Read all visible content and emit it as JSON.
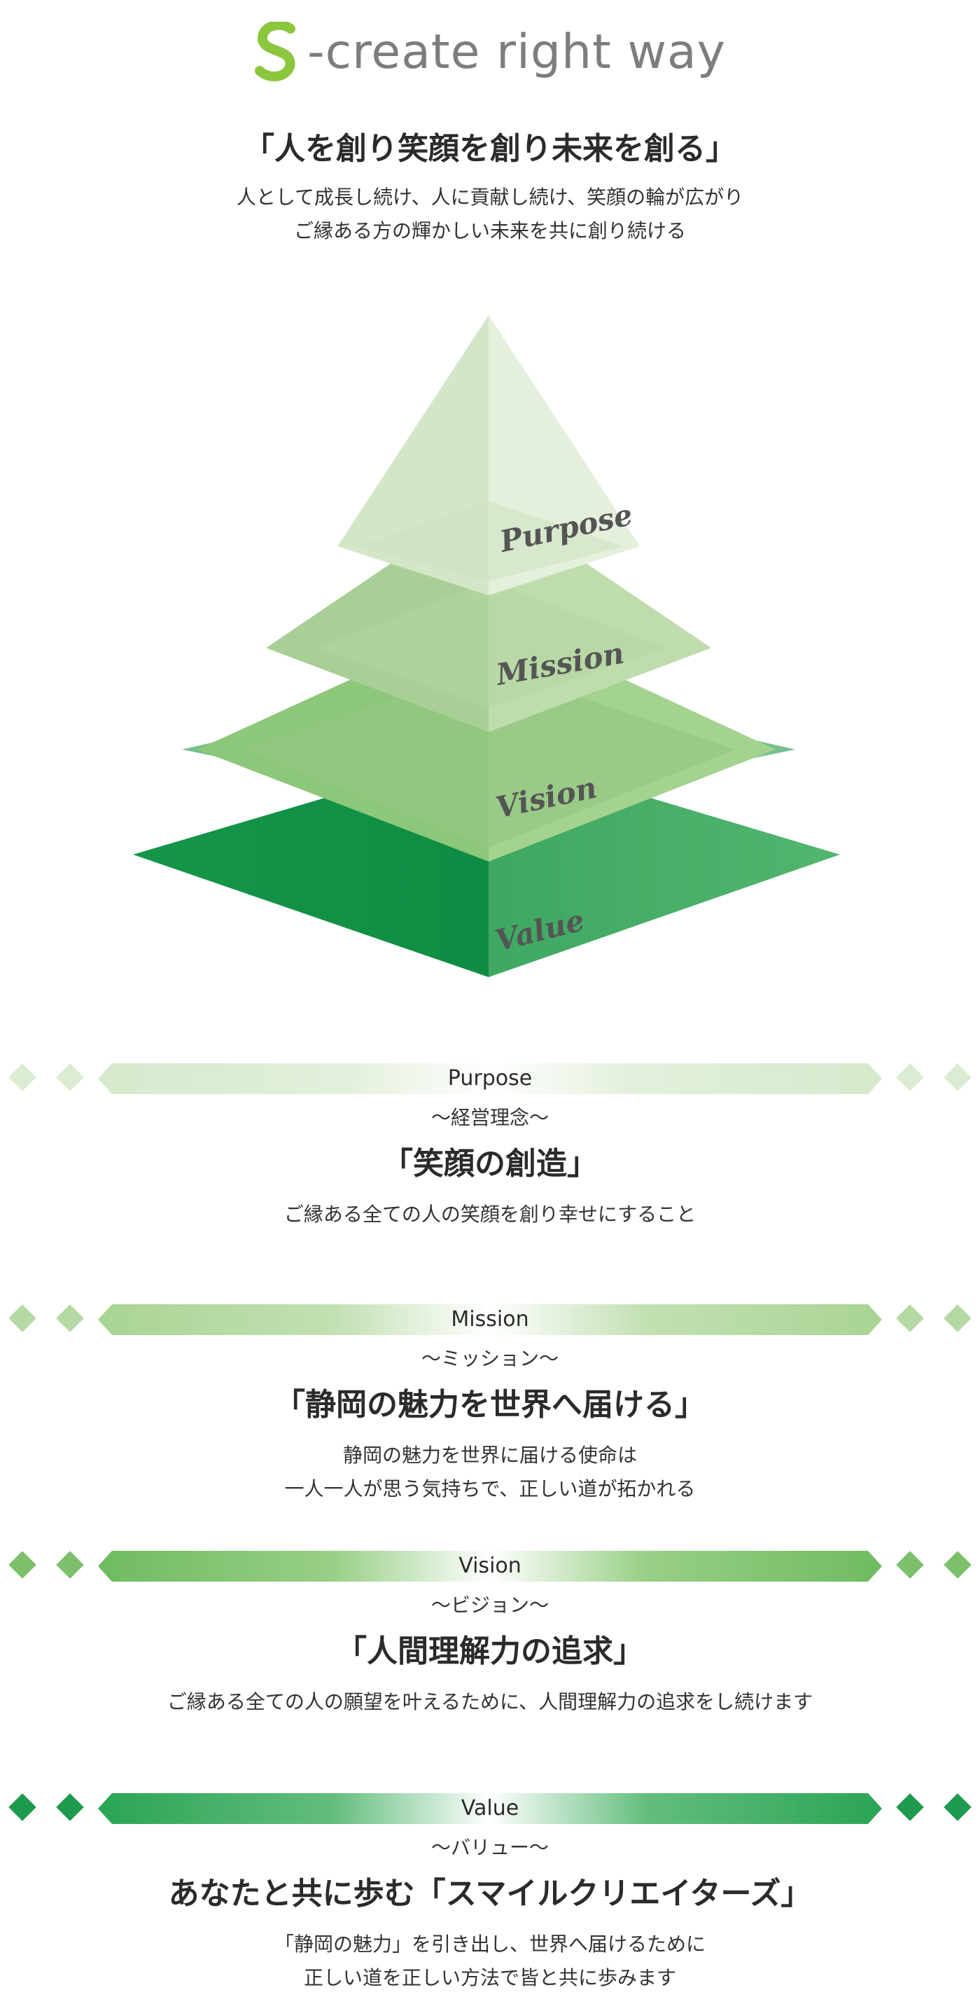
{
  "logo": {
    "text": "-create right way"
  },
  "header": {
    "title": "「人を創り笑顔を創り未来を創る」",
    "lines": [
      "人として成長し続け、人に貢献し続け、笑顔の輪が広がり",
      "ご縁ある方の輝かしい未来を共に創り続ける"
    ]
  },
  "pyramid": {
    "labels": [
      "Purpose",
      "Mission",
      "Vision",
      "Value"
    ]
  },
  "colors": {
    "purpose": "#cfe6c4",
    "mission": "#a9d493",
    "vision": "#7cc06b",
    "value": "#1e9a4e",
    "text": "#2b2b2b"
  },
  "sections": [
    {
      "band_label": "Purpose",
      "sub": "〜経営理念〜",
      "heading": "「笑顔の創造」",
      "lines": [
        "ご縁ある全ての人の笑顔を創り幸せにすること"
      ]
    },
    {
      "band_label": "Mission",
      "sub": "〜ミッション〜",
      "heading": "「静岡の魅力を世界へ届ける」",
      "lines": [
        "静岡の魅力を世界に届ける使命は",
        "一人一人が思う気持ちで、正しい道が拓かれる"
      ]
    },
    {
      "band_label": "Vision",
      "sub": "〜ビジョン〜",
      "heading": "「人間理解力の追求」",
      "lines": [
        "ご縁ある全ての人の願望を叶えるために、人間理解力の追求をし続けます"
      ]
    },
    {
      "band_label": "Value",
      "sub": "〜バリュー〜",
      "heading": "あなたと共に歩む「スマイルクリエイターズ」",
      "lines": [
        "「静岡の魅力」を引き出し、世界へ届けるために",
        "正しい道を正しい方法で皆と共に歩みます"
      ]
    }
  ]
}
